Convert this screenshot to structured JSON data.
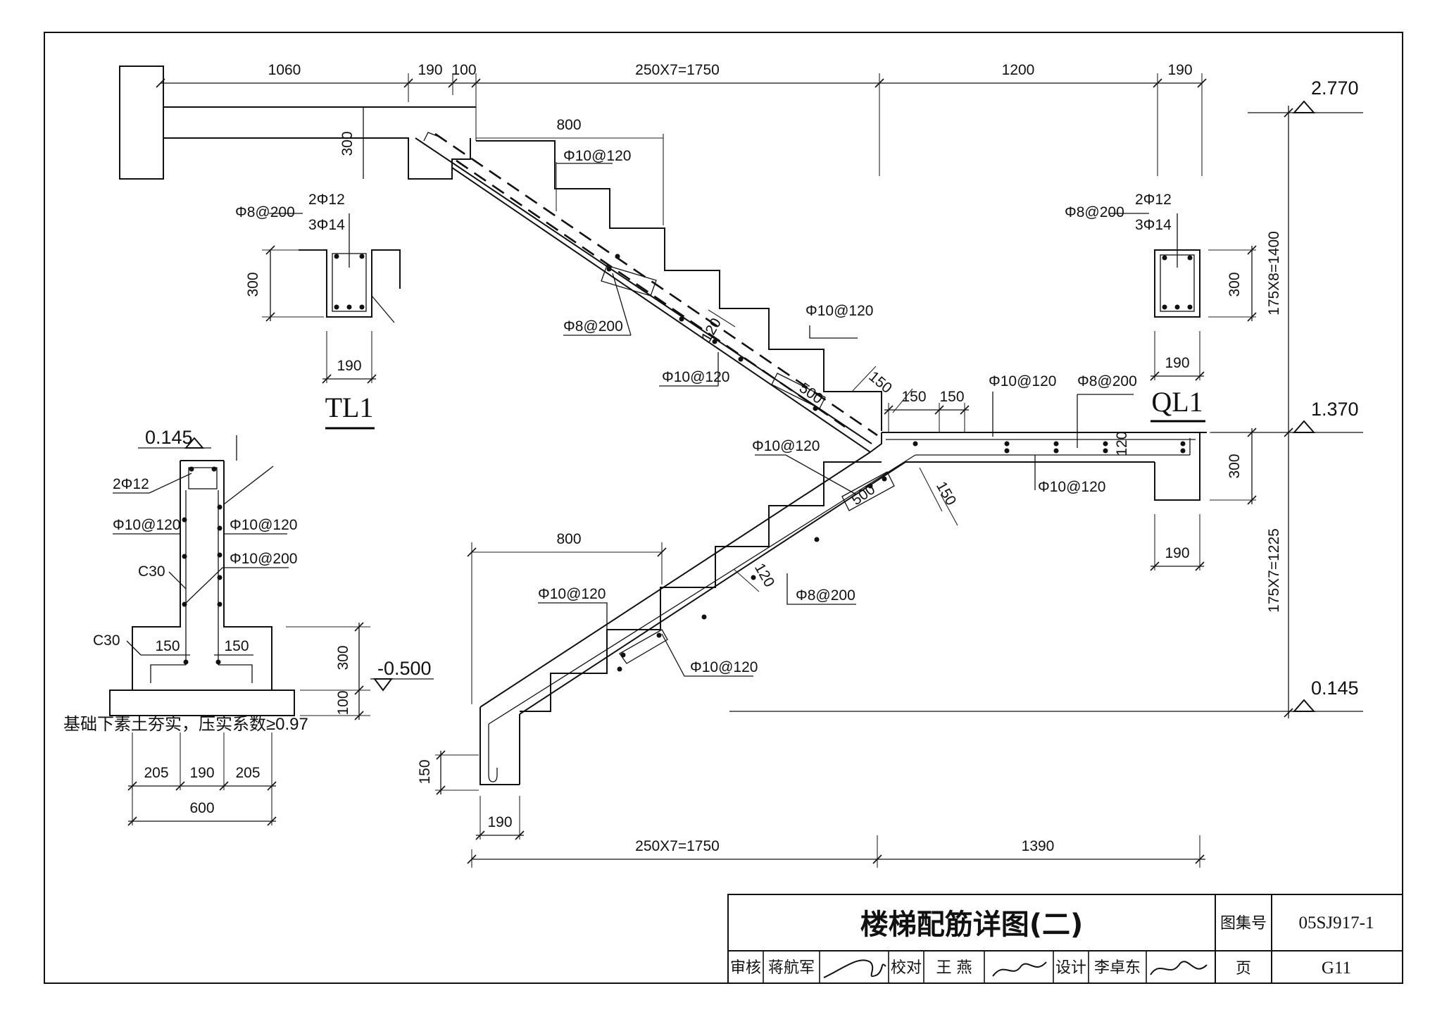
{
  "title_block": {
    "title": "楼梯配筋详图(二)",
    "atlas_label": "图集号",
    "atlas_no": "05SJ917-1",
    "page_label": "页",
    "page_no": "G11",
    "review_label": "审核",
    "review_name": "蒋航军",
    "check_label": "校对",
    "check_name": "王 燕",
    "design_label": "设计",
    "design_name": "李卓东"
  },
  "top_dims": [
    "1060",
    "190",
    "100",
    "250X7=1750",
    "1200",
    "190"
  ],
  "bottom_dims": [
    "250X7=1750",
    "1390"
  ],
  "elevations": [
    "2.770",
    "1.370",
    "0.145"
  ],
  "vertical_dims": [
    "175X8=1400",
    "175X7=1225"
  ],
  "beam_tl1": {
    "name": "TL1",
    "stirrup": "Φ8@200",
    "top_bar": "2Φ12",
    "bottom_bar": "3Φ14",
    "height": "300",
    "width": "190"
  },
  "beam_ql1": {
    "name": "QL1",
    "stirrup": "Φ8@200",
    "top_bar": "2Φ12",
    "bottom_bar": "3Φ14",
    "height": "300",
    "width": "190"
  },
  "upper_flight": {
    "dim_300": "300",
    "dim_800": "800",
    "rebar_top": "Φ10@120",
    "rebar_dist": "Φ8@200",
    "thickness": "120",
    "rebar_bottom": "Φ10@120",
    "rebar_upper_right": "Φ10@120",
    "dim_500": "500",
    "dim_150": "150"
  },
  "landing": {
    "dim_150a": "150",
    "dim_150b": "150",
    "rebar_top": "Φ10@120",
    "rebar_dist": "Φ8@200",
    "rebar_bottom": "Φ10@120",
    "thickness": "120",
    "beam_height": "300",
    "beam_width": "190"
  },
  "lower_flight": {
    "rebar_landing": "Φ10@120",
    "dim_500": "500",
    "dim_150": "150",
    "dim_800": "800",
    "rebar_top": "Φ10@120",
    "thickness": "120",
    "rebar_dist": "Φ8@200",
    "rebar_bottom": "Φ10@120",
    "dim_150_hook": "150",
    "dim_190": "190"
  },
  "foundation": {
    "elev_top": "0.145",
    "top_bar": "2Φ12",
    "rebar_left": "Φ10@120",
    "rebar_right": "Φ10@120",
    "rebar_dist": "Φ10@200",
    "concrete": "C30",
    "concrete_base": "C30",
    "step_left": "150",
    "step_right": "150",
    "h300": "300",
    "h100": "100",
    "elev_bottom": "-0.500",
    "note": "基础下素土夯实，压实系数≥0.97",
    "w205a": "205",
    "w190": "190",
    "w205b": "205",
    "w600": "600"
  }
}
